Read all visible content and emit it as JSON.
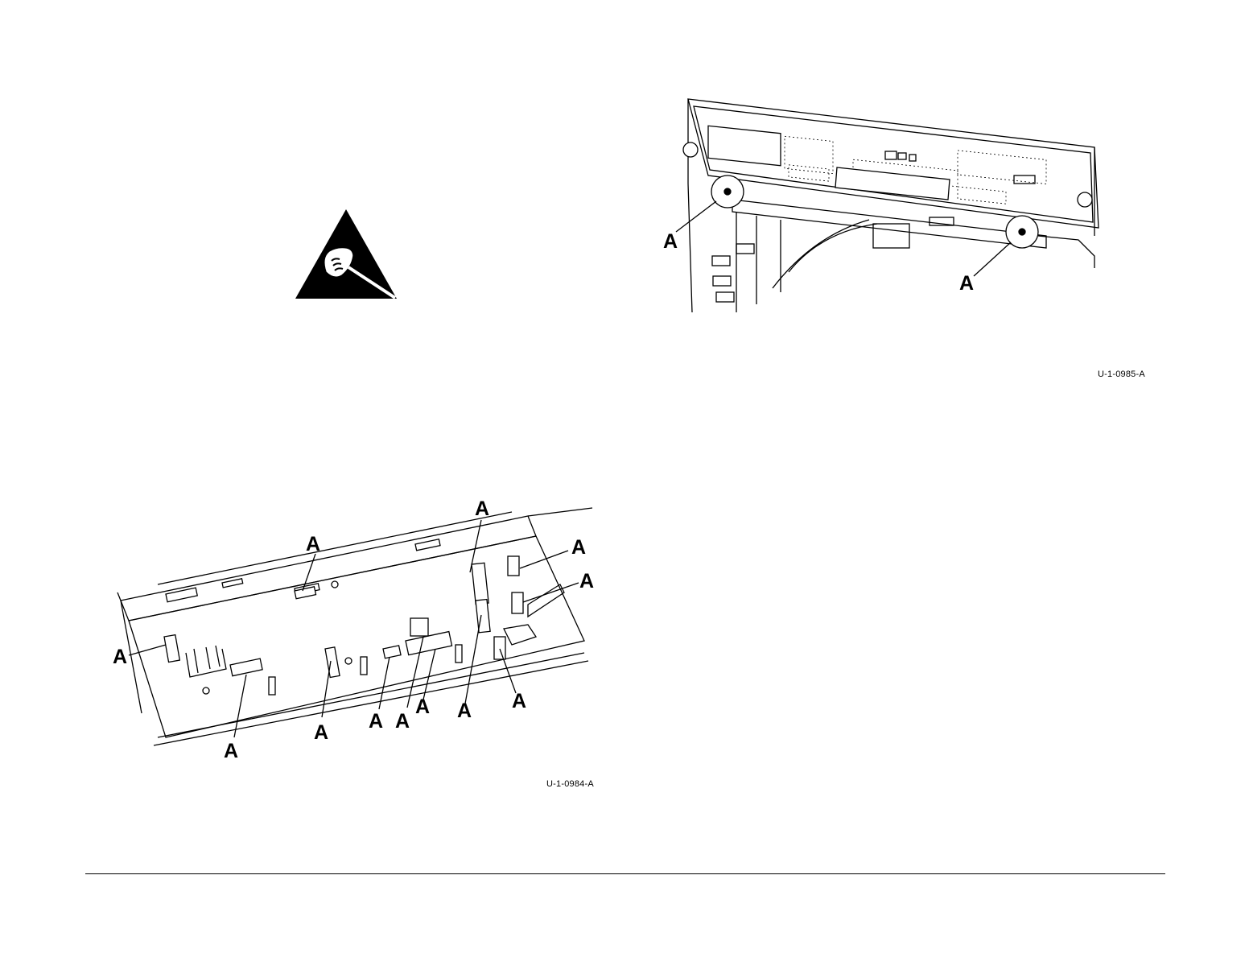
{
  "esd_symbol": {
    "icon": "esd-warning-icon"
  },
  "figure_left": {
    "id_label": "U-1-0984-A",
    "callout": "A"
  },
  "figure_right": {
    "id_label": "U-1-0985-A",
    "callout": "A"
  }
}
